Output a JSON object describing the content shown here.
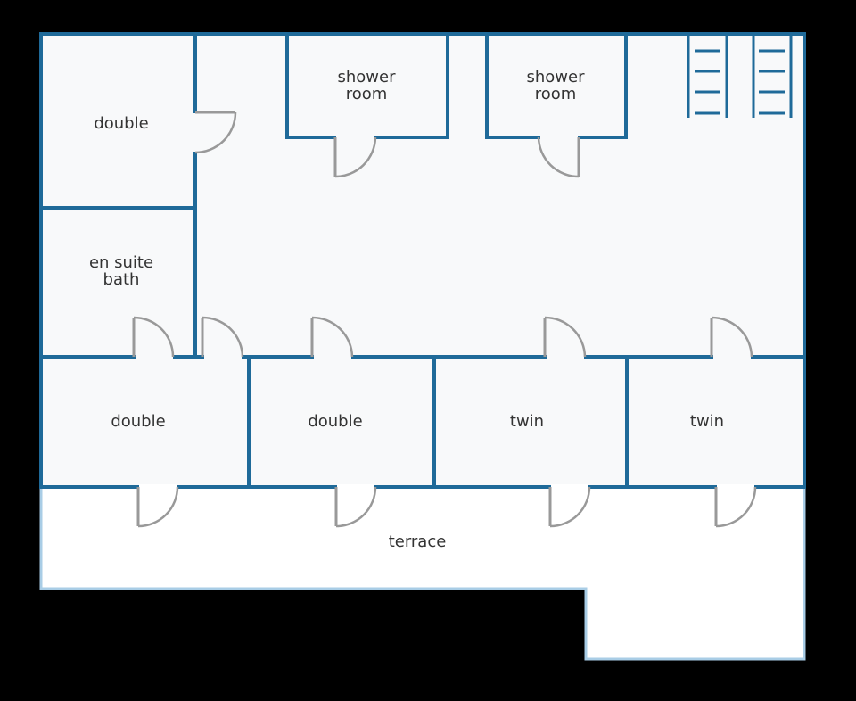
{
  "floorplan": {
    "rooms": {
      "double_top": "double",
      "ensuite": [
        "en suite",
        "bath"
      ],
      "shower_a": [
        "shower",
        "room"
      ],
      "shower_b": [
        "shower",
        "room"
      ],
      "double_bottom_1": "double",
      "double_bottom_2": "double",
      "twin_1": "twin",
      "twin_2": "twin",
      "terrace": "terrace"
    },
    "colors": {
      "wall": "#1f6a99",
      "floor": "#f8f9fa",
      "terrace_outline": "#a9cde6",
      "door": "#999999",
      "background": "#000000"
    }
  }
}
